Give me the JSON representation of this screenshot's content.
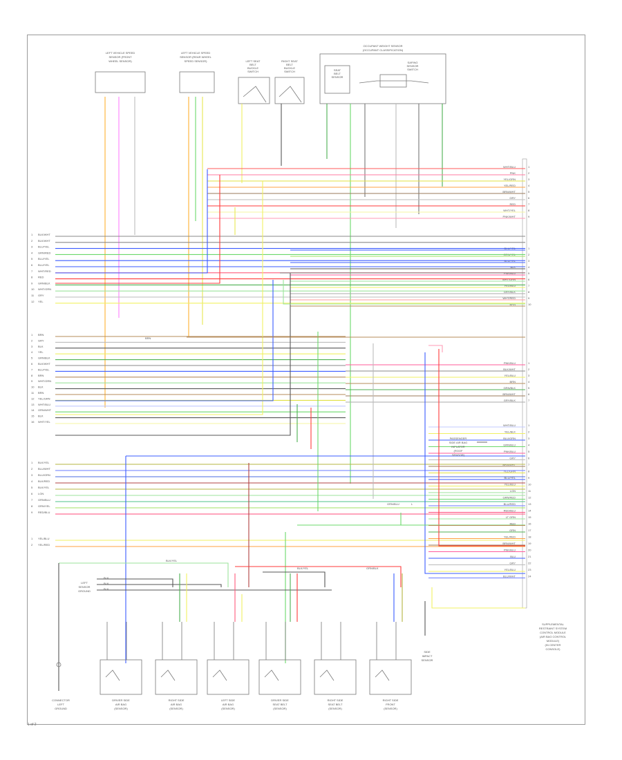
{
  "top_components": [
    {
      "id": "c1",
      "lines": [
        "LEFT VEHICLE SPEED",
        "SENSOR (FRONT",
        "WHEEL SENSOR)"
      ]
    },
    {
      "id": "c2",
      "lines": [
        "LEFT VEHICLE SPEED",
        "SENSOR (REAR WHEEL",
        "SPEED SENSOR)"
      ]
    },
    {
      "id": "c3",
      "lines": [
        "LEFT SEAT",
        "BELT",
        "BUCKLE",
        "SWITCH"
      ]
    },
    {
      "id": "c4",
      "lines": [
        "RIGHT SEAT",
        "BELT",
        "BUCKLE",
        "SWITCH"
      ]
    },
    {
      "id": "c5",
      "lines": [
        "OCCUPANT WEIGHT SENSOR",
        "(OCCUPANT CLASSIFICATION)"
      ],
      "inner": [
        "SAFING",
        "SENSOR",
        "SWITCH"
      ],
      "inner2": [
        "SEAT",
        "BELT",
        "SENSOR"
      ]
    }
  ],
  "module_right": {
    "title": "SUPPLEMENTAL RESTRAINT SYSTEM",
    "lines": [
      "SUPPLEMENTAL",
      "RESTRAINT SYSTEM",
      "CONTROL MODULE",
      "(AIR BAG CONTROL",
      "MODULE)",
      "(IN CENTER",
      "CONSOLE)"
    ]
  },
  "left_wires": [
    {
      "label": "BLK/WHT",
      "color": "#888888"
    },
    {
      "label": "BLK/WHT",
      "color": "#888888"
    },
    {
      "label": "BLU/YEL",
      "color": "#3a5bff"
    },
    {
      "label": "GRN/RED",
      "color": "#6ad86a"
    },
    {
      "label": "BLU/YEL",
      "color": "#3a5bff"
    },
    {
      "label": "BLU/YEL",
      "color": "#3a5bff"
    },
    {
      "label": "WHT/RED",
      "color": "#ff5a7a"
    },
    {
      "label": "RED",
      "color": "#ff3a3a"
    },
    {
      "label": "GRN/BLK",
      "color": "#4caf50"
    },
    {
      "label": "WHT/GRN",
      "color": "#9be39b"
    },
    {
      "label": "GRY",
      "color": "#bbbbbb"
    },
    {
      "label": "YEL",
      "color": "#f0f060"
    }
  ],
  "left_wires_2": [
    {
      "label": "BRN",
      "color": "#b58b5a"
    },
    {
      "label": "GRY",
      "color": "#bbbbbb"
    },
    {
      "label": "BLK",
      "color": "#555555"
    },
    {
      "label": "YEL",
      "color": "#f0f060"
    },
    {
      "label": "GRN/BLK",
      "color": "#4caf50"
    },
    {
      "label": "BLK/WHT",
      "color": "#888888"
    },
    {
      "label": "BLU/YEL",
      "color": "#3a5bff"
    },
    {
      "label": "BRN",
      "color": "#b58b5a"
    },
    {
      "label": "WHT/GRN",
      "color": "#9be39b"
    },
    {
      "label": "BLK",
      "color": "#555555"
    },
    {
      "label": "BRN",
      "color": "#b58b5a"
    },
    {
      "label": "YEL/GRN",
      "color": "#e0e040"
    },
    {
      "label": "WHT/BLU",
      "color": "#c0c8ff"
    },
    {
      "label": "GRN/WHT",
      "color": "#6ad86a"
    },
    {
      "label": "BLK",
      "color": "#555555"
    },
    {
      "label": "WHT/YEL",
      "color": "#f5f5a0"
    }
  ],
  "left_wires_3": [
    {
      "label": "BLK/YEL",
      "color": "#b5b540"
    },
    {
      "label": "BLU/WHT",
      "color": "#6a7bff"
    },
    {
      "label": "BLU/GRN",
      "color": "#4a6be0"
    },
    {
      "label": "BLK/RED",
      "color": "#b04040"
    },
    {
      "label": "BLK/YEL",
      "color": "#b5b540"
    },
    {
      "label": "LGN",
      "color": "#9be39b"
    },
    {
      "label": "GRN/BLU",
      "color": "#4cc08a"
    },
    {
      "label": "GRN/YEL",
      "color": "#a0e060"
    },
    {
      "label": "RED/BLU",
      "color": "#ff4a7a"
    }
  ],
  "left_wires_4": [
    {
      "label": "YEL/BLU",
      "color": "#f0f060"
    },
    {
      "label": "YEL/RED",
      "color": "#ffa040"
    }
  ],
  "right_wires": [
    {
      "label": "WHT/BLU",
      "color": "#ff5a5a"
    },
    {
      "label": "PNK",
      "color": "#ff7aa0"
    },
    {
      "label": "YEL/GRN",
      "color": "#e0e040"
    },
    {
      "label": "YEL/RED",
      "color": "#ffa040"
    },
    {
      "label": "BRN/WHT",
      "color": "#9a7a5a"
    },
    {
      "label": "GRY",
      "color": "#bbbbbb"
    },
    {
      "label": "RED",
      "color": "#ff3a3a"
    },
    {
      "label": "WHT/YEL",
      "color": "#f5f5a0"
    },
    {
      "label": "PNK/WHT",
      "color": "#ff9ab5"
    }
  ],
  "right_wires_2": [
    {
      "label": "BLU/YEL",
      "color": "#3a5bff"
    },
    {
      "label": "GRN/YEL",
      "color": "#a0e060"
    },
    {
      "label": "BLU/YEL",
      "color": "#3a5bff"
    },
    {
      "label": "BLK",
      "color": "#555555"
    },
    {
      "label": "PNK/BLU",
      "color": "#ff5a9a"
    },
    {
      "label": "WHT/GRN",
      "color": "#9be39b"
    },
    {
      "label": "YEL/BLU",
      "color": "#f0f060"
    },
    {
      "label": "GRY/BLK",
      "color": "#aaaaaa"
    },
    {
      "label": "WHT/RED",
      "color": "#ff9a9a"
    },
    {
      "label": "BRN",
      "color": "#b58b5a"
    }
  ],
  "right_wires_3": [
    {
      "label": "PNK/BLU",
      "color": "#ff5a9a"
    },
    {
      "label": "BLK/WHT",
      "color": "#888888"
    },
    {
      "label": "YEL/BLU",
      "color": "#f0f060"
    },
    {
      "label": "BRN",
      "color": "#b58b5a"
    },
    {
      "label": "GRN/BLK",
      "color": "#4caf50"
    },
    {
      "label": "BRN/WHT",
      "color": "#9a7a5a"
    },
    {
      "label": "GRY/BLK",
      "color": "#aaaaaa"
    }
  ],
  "right_wires_4": [
    {
      "label": "WHT/BLU",
      "color": "#c0c8ff"
    },
    {
      "label": "YEL/BLK",
      "color": "#f0f060"
    },
    {
      "label": "BLU/GRN",
      "color": "#3a5bff"
    },
    {
      "label": "GRN/BLU",
      "color": "#6ad86a"
    },
    {
      "label": "PNK/BLU",
      "color": "#ff5a9a"
    },
    {
      "label": "GRY",
      "color": "#bbbbbb"
    },
    {
      "label": "BRN/WHT",
      "color": "#9a7a5a"
    },
    {
      "label": "YEL/GRN",
      "color": "#e0e040"
    },
    {
      "label": "BLU/YEL",
      "color": "#3a5bff"
    },
    {
      "label": "YEL/BLU",
      "color": "#f0f060"
    },
    {
      "label": "LGN",
      "color": "#9be39b"
    },
    {
      "label": "GRN/RED",
      "color": "#6ad86a"
    },
    {
      "label": "BLU/RED",
      "color": "#6a7bff"
    },
    {
      "label": "RED/BLU",
      "color": "#ff4a7a"
    },
    {
      "label": "LT GRN",
      "color": "#9be39b"
    },
    {
      "label": "RED",
      "color": "#ff3a3a"
    },
    {
      "label": "GRN",
      "color": "#4caf50"
    },
    {
      "label": "YEL/RED",
      "color": "#ffa040"
    },
    {
      "label": "BRN/WHT",
      "color": "#9a7a5a"
    },
    {
      "label": "PNK/BLU",
      "color": "#ff5a9a"
    },
    {
      "label": "BLU",
      "color": "#3a5bff"
    },
    {
      "label": "GRY",
      "color": "#bbbbbb"
    },
    {
      "label": "YEL/BLU",
      "color": "#f0f060"
    },
    {
      "label": "BLU/WHT",
      "color": "#6a7bff"
    }
  ],
  "mid_label_1": "BRN",
  "mid_label_2": "GRN/BLU",
  "side_note": [
    "PASSENGER",
    "SIDE AIR BAG",
    "INFLATOR",
    "(ROOF",
    "SENSOR)"
  ],
  "bottom_labels": [
    "BLK/YEL",
    "BLK/YEL",
    "GRN/BLK"
  ],
  "ground_note": [
    "BLK",
    "BLK",
    "BLK"
  ],
  "ground_label": [
    "LEFT",
    "SENSOR",
    "GROUND"
  ],
  "bottom_components": [
    {
      "lines": [
        "DRIVER SIDE",
        "AIR BAG",
        "(SENSOR)"
      ]
    },
    {
      "lines": [
        "RIGHT SIDE",
        "AIR BAG",
        "(SENSOR)"
      ]
    },
    {
      "lines": [
        "LEFT SIDE",
        "AIR BAG",
        "(SENSOR)"
      ]
    },
    {
      "lines": [
        "DRIVER SIDE",
        "SEAT BELT",
        "(SENSOR)"
      ]
    },
    {
      "lines": [
        "RIGHT SIDE",
        "SEAT BELT",
        "(SENSOR)"
      ]
    },
    {
      "lines": [
        "RIGHT SIDE",
        "FRONT",
        "(SENSOR)"
      ]
    }
  ],
  "bottom_left_comp": [
    "CONNECTOR",
    "LEFT",
    "GROUND"
  ],
  "side_sensor": [
    "SIDE",
    "IMPACT",
    "SENSOR"
  ],
  "corner_label": "1 of 2"
}
